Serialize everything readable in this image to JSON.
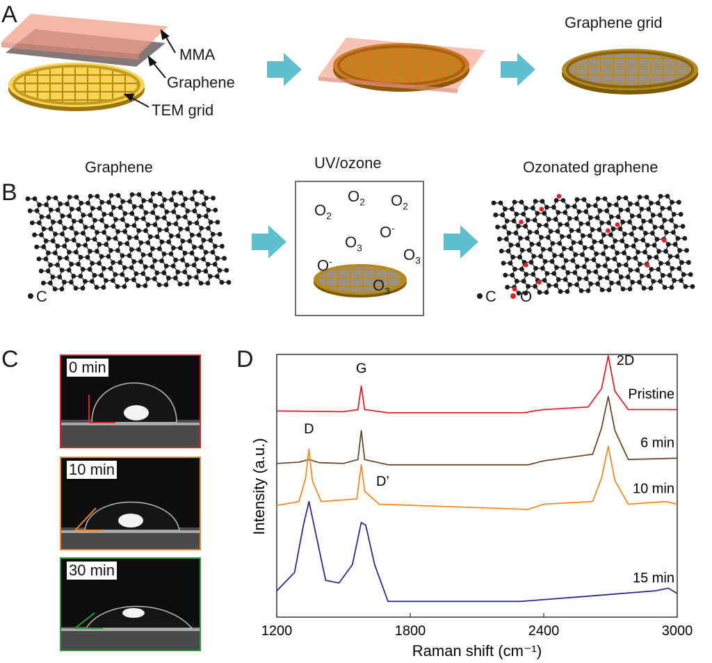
{
  "panels": [
    "A",
    "B",
    "C",
    "D"
  ],
  "panel_a": {
    "labels": {
      "mma": "MMA",
      "graphene": "Graphene",
      "tem_grid": "TEM grid",
      "result": "Graphene grid"
    }
  },
  "panel_b": {
    "titles": {
      "left": "Graphene",
      "middle": "UV/ozone",
      "right": "Ozonated graphene"
    },
    "legend_c": "C",
    "legend_o": "O",
    "species": [
      {
        "base": "O",
        "sub": "2",
        "sup": ""
      },
      {
        "base": "O",
        "sub": "2",
        "sup": ""
      },
      {
        "base": "O",
        "sub": "2",
        "sup": ""
      },
      {
        "base": "O",
        "sub": "",
        "sup": "-"
      },
      {
        "base": "O",
        "sub": "3",
        "sup": ""
      },
      {
        "base": "O",
        "sub": "3",
        "sup": ""
      },
      {
        "base": "O",
        "sub": "",
        "sup": "-"
      },
      {
        "base": "O",
        "sub": "3",
        "sup": ""
      }
    ],
    "colors": {
      "carbon": "#1a1a1a",
      "oxygen": "#e0202a"
    }
  },
  "panel_c": {
    "images": [
      {
        "label": "0 min",
        "border": "#e0202a"
      },
      {
        "label": "10 min",
        "border": "#f08a24"
      },
      {
        "label": "30 min",
        "border": "#2c9a3a"
      }
    ]
  },
  "arrow_color": "#5ec0cf",
  "chart_data": {
    "type": "line",
    "xlabel": "Raman shift (cm⁻¹)",
    "ylabel": "Intensity (a.u.)",
    "xlim": [
      1200,
      3000
    ],
    "xticks": [
      1200,
      1800,
      2400,
      3000
    ],
    "ylim": [
      0,
      1
    ],
    "yticks": [],
    "grid": false,
    "peak_labels": [
      {
        "text": "G",
        "x": 1580
      },
      {
        "text": "2D",
        "x": 2690
      },
      {
        "text": "D",
        "x": 1345
      },
      {
        "text": "D’",
        "x": 1620
      }
    ],
    "series": [
      {
        "name": "Pristine",
        "color": "#e0202a",
        "x": [
          1200,
          1500,
          1565,
          1580,
          1595,
          1700,
          2300,
          2330,
          2335,
          2400,
          2600,
          2660,
          2690,
          2720,
          2780,
          3000
        ],
        "y": [
          0.785,
          0.782,
          0.79,
          0.88,
          0.79,
          0.778,
          0.778,
          0.78,
          0.782,
          0.79,
          0.8,
          0.87,
          0.995,
          0.86,
          0.79,
          0.79
        ]
      },
      {
        "name": "6 min",
        "color": "#6b4a2a",
        "x": [
          1200,
          1300,
          1345,
          1390,
          1500,
          1565,
          1580,
          1595,
          1700,
          2330,
          2400,
          2620,
          2660,
          2690,
          2720,
          2780,
          3000
        ],
        "y": [
          0.585,
          0.59,
          0.6,
          0.588,
          0.585,
          0.6,
          0.71,
          0.6,
          0.58,
          0.58,
          0.595,
          0.62,
          0.72,
          0.84,
          0.71,
          0.6,
          0.605
        ]
      },
      {
        "name": "10 min",
        "color": "#f08a24",
        "x": [
          1200,
          1300,
          1330,
          1345,
          1360,
          1400,
          1560,
          1580,
          1595,
          1620,
          1660,
          2330,
          2400,
          2620,
          2660,
          2690,
          2720,
          2780,
          2950,
          3000
        ],
        "y": [
          0.425,
          0.44,
          0.53,
          0.64,
          0.52,
          0.44,
          0.45,
          0.58,
          0.48,
          0.46,
          0.43,
          0.41,
          0.43,
          0.44,
          0.53,
          0.65,
          0.52,
          0.43,
          0.44,
          0.43
        ]
      },
      {
        "name": "15 min",
        "color": "#2b2a8c",
        "x": [
          1200,
          1280,
          1320,
          1345,
          1370,
          1420,
          1480,
          1540,
          1580,
          1600,
          1640,
          1700,
          2300,
          2600,
          2900,
          2960,
          3000
        ],
        "y": [
          0.1,
          0.17,
          0.35,
          0.44,
          0.34,
          0.14,
          0.13,
          0.2,
          0.36,
          0.35,
          0.2,
          0.06,
          0.06,
          0.08,
          0.1,
          0.11,
          0.09
        ]
      }
    ]
  }
}
